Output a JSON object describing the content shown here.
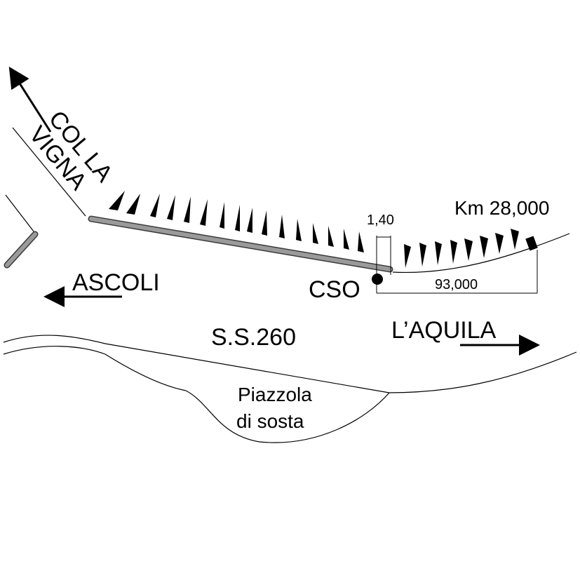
{
  "labels": {
    "col_la": "COL LA",
    "vigna": "VIGNA",
    "ascoli": "ASCOLI",
    "laquila": "L’AQUILA",
    "road": "S.S.260",
    "piazzola_line1": "Piazzola",
    "piazzola_line2": "di sosta",
    "cso": "CSO",
    "km": "Km 28,000",
    "dim_width": "1,40",
    "dim_length": "93,000"
  },
  "colors": {
    "ink": "#000000",
    "barrier_fill": "#9a9a9a",
    "barrier_stroke": "#3a3a3a"
  }
}
